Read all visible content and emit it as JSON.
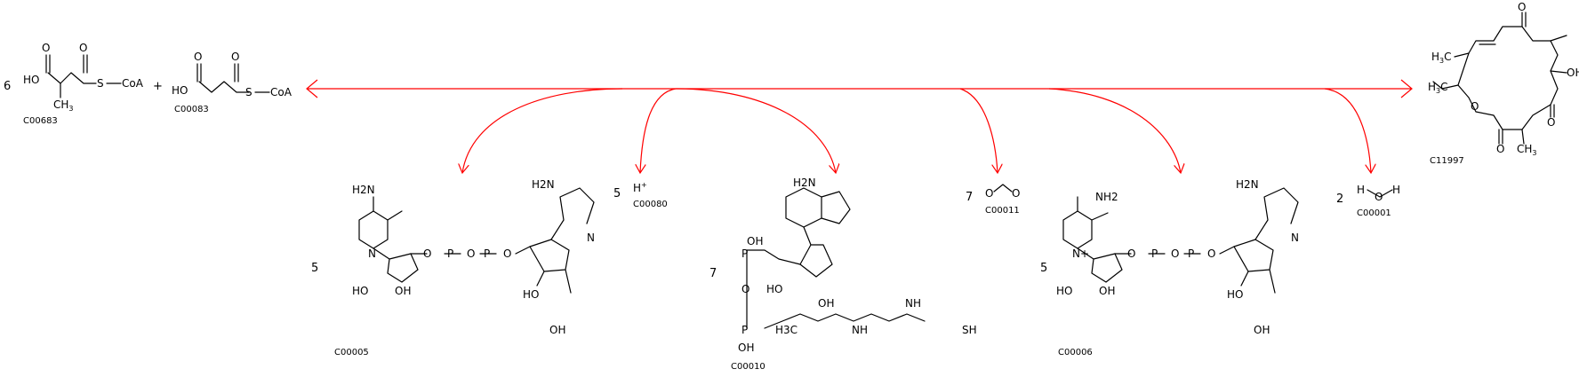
{
  "reaction": {
    "substrates": [
      {
        "coef": "6",
        "id": "C00683",
        "text": [
          "HO",
          "S",
          "CoA",
          "CH",
          "3"
        ]
      },
      {
        "coef": "",
        "id": "C00083",
        "text": [
          "HO",
          "S",
          "CoA"
        ]
      }
    ],
    "plus": "+",
    "product": {
      "id": "C11997",
      "text": [
        "H",
        "3",
        "C",
        "H",
        "3",
        "C",
        "OH",
        "CH",
        "3"
      ]
    },
    "side_products": [
      {
        "coef": "5",
        "id": "C00005"
      },
      {
        "coef": "5",
        "id": "C00080",
        "formula": "H",
        "charge": "+"
      },
      {
        "coef": "7",
        "id": "C00010"
      },
      {
        "coef": "7",
        "id": "C00011"
      },
      {
        "coef": "5",
        "id": "C00006"
      },
      {
        "coef": "2",
        "id": "C00001"
      }
    ],
    "atom_labels": {
      "amide": "NH2",
      "nh": "NH",
      "ho": "HO",
      "oh": "OH",
      "o": "O",
      "p": "P",
      "n": "N",
      "sh": "SH",
      "h3c": "H3C",
      "ch3": "CH3",
      "nplus": "N+",
      "h2n": "H2N",
      "h": "H"
    }
  },
  "colors": {
    "arrow": "#ff0000",
    "structure": "#000000",
    "background": "#ffffff"
  }
}
